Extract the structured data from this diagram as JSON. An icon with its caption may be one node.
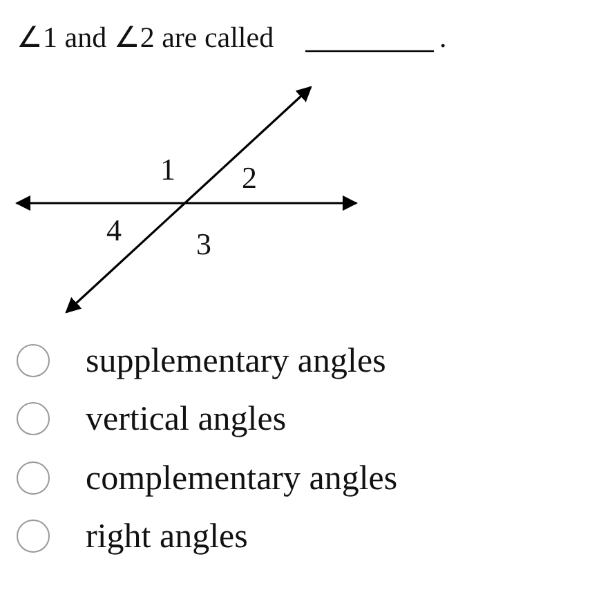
{
  "diagram": {
    "labels": [
      "∠1 and ∠2 are called",
      ".",
      "1",
      "2",
      "4",
      "3",
      "supplementary angles",
      "vertical angles",
      "complementary angles",
      "right angles"
    ]
  }
}
